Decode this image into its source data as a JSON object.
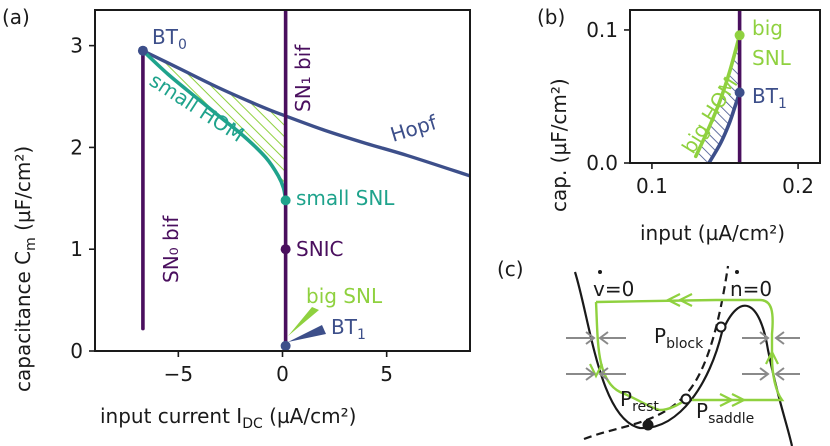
{
  "colors": {
    "snc": "#4a0f5e",
    "hopf": "#3d4f8a",
    "small_hom": "#1fa38c",
    "big": "#8fd13f",
    "dark": "#1a1a1a",
    "arrow": "#8a8a8a"
  },
  "chart_data": [
    {
      "type": "line",
      "panel_label": "(a)",
      "xlabel": "input current I",
      "xlabel_sub": "DC",
      "xlabel_unit": " (µA/cm²)",
      "ylabel": "capacitance C",
      "ylabel_sub": "m",
      "ylabel_unit": " (µF/cm²)",
      "xlim": [
        -9,
        9
      ],
      "ylim": [
        0,
        3.35
      ],
      "xticks": [
        -5,
        0,
        5
      ],
      "xtick_labels": [
        "−5",
        "0",
        "5"
      ],
      "yticks": [
        0,
        1,
        2,
        3
      ],
      "ytick_labels": [
        "0",
        "1",
        "2",
        "3"
      ],
      "grid": false,
      "series": [
        {
          "name": "Hopf",
          "color": "#3d4f8a",
          "points": [
            [
              -6.7,
              2.95
            ],
            [
              -5,
              2.78
            ],
            [
              -3,
              2.58
            ],
            [
              -1,
              2.4
            ],
            [
              0,
              2.32
            ],
            [
              2,
              2.17
            ],
            [
              4,
              2.04
            ],
            [
              6,
              1.92
            ],
            [
              9,
              1.72
            ]
          ]
        },
        {
          "name": "small HOM",
          "color": "#1fa38c",
          "points": [
            [
              -6.7,
              2.95
            ],
            [
              -5.5,
              2.72
            ],
            [
              -4.2,
              2.5
            ],
            [
              -3,
              2.3
            ],
            [
              -1.8,
              2.1
            ],
            [
              -0.8,
              1.9
            ],
            [
              -0.2,
              1.72
            ],
            [
              0.05,
              1.6
            ],
            [
              0.15,
              1.48
            ]
          ]
        },
        {
          "name": "SN₀ bif",
          "color": "#4a0f5e",
          "points": [
            [
              -6.7,
              0.22
            ],
            [
              -6.7,
              2.95
            ]
          ]
        },
        {
          "name": "SN₁ bif",
          "color": "#4a0f5e",
          "points": [
            [
              0.15,
              0.05
            ],
            [
              0.15,
              3.35
            ]
          ]
        }
      ],
      "annotations": [
        {
          "label": "BT",
          "sub": "0",
          "x": -6.7,
          "y": 2.95
        },
        {
          "label": "small SNL",
          "x": 0.15,
          "y": 1.48
        },
        {
          "label": "SNIC",
          "x": 0.15,
          "y": 1.0
        },
        {
          "label": "big SNL",
          "x": 0.15,
          "y": 0.1
        },
        {
          "label": "BT",
          "sub": "1",
          "x": 0.15,
          "y": 0.05
        }
      ]
    },
    {
      "type": "line",
      "panel_label": "(b)",
      "xlabel": "input (µA/cm²)",
      "ylabel": "cap. (µF/cm²)",
      "xlim": [
        0.085,
        0.215
      ],
      "ylim": [
        0,
        0.115
      ],
      "xticks": [
        0.1,
        0.2
      ],
      "xtick_labels": [
        "0.1",
        "0.2"
      ],
      "yticks": [
        0,
        0.1
      ],
      "ytick_labels": [
        "0.0",
        "0.1"
      ],
      "grid": false,
      "series": [
        {
          "name": "Hopf",
          "color": "#3d4f8a",
          "points": [
            [
              0.139,
              0
            ],
            [
              0.147,
              0.015
            ],
            [
              0.153,
              0.03
            ],
            [
              0.157,
              0.043
            ],
            [
              0.16,
              0.053
            ]
          ]
        },
        {
          "name": "big HOM",
          "color": "#8fd13f",
          "points": [
            [
              0.13,
              0.005
            ],
            [
              0.138,
              0.024
            ],
            [
              0.146,
              0.045
            ],
            [
              0.153,
              0.068
            ],
            [
              0.16,
              0.096
            ]
          ]
        },
        {
          "name": "SN₁ bif",
          "color": "#4a0f5e",
          "points": [
            [
              0.16,
              0
            ],
            [
              0.16,
              0.115
            ]
          ]
        }
      ],
      "annotations": [
        {
          "label": "big",
          "x": 0.16,
          "y": 0.096
        },
        {
          "label": "SNL",
          "x": 0.16,
          "y": 0.096
        },
        {
          "label": "BT",
          "sub": "1",
          "x": 0.16,
          "y": 0.053
        },
        {
          "label": "big HOM"
        }
      ]
    }
  ],
  "panel_c": {
    "panel_label": "(c)",
    "v_null": "v=0",
    "n_null": "n=0",
    "labels": [
      {
        "main": "P",
        "sub": "block"
      },
      {
        "main": "P",
        "sub": "rest"
      },
      {
        "main": "P",
        "sub": "saddle"
      }
    ]
  }
}
